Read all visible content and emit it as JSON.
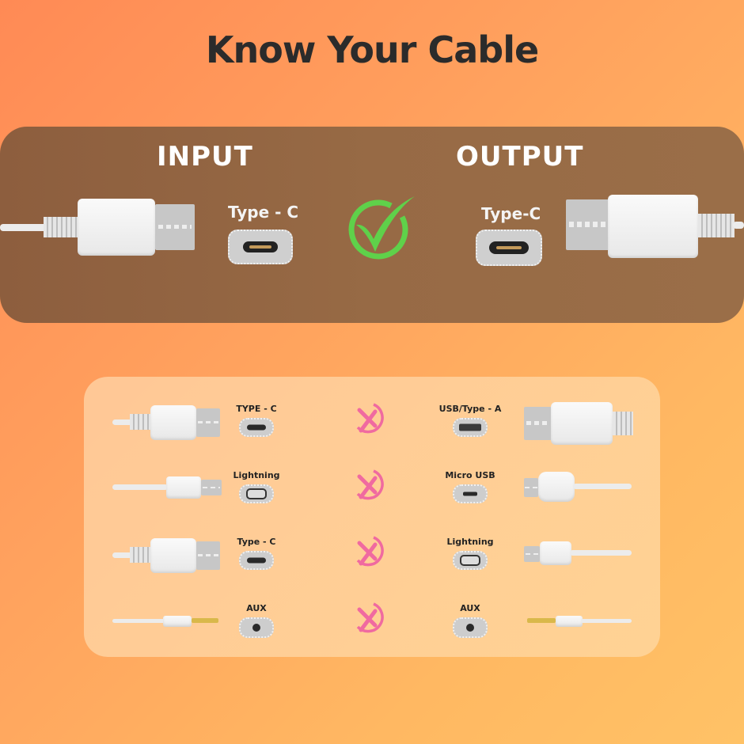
{
  "title": "Know Your Cable",
  "colors": {
    "background_start": "#ff8a55",
    "background_end": "#ffc266",
    "top_panel": "#976a45",
    "check_green": "#5fd14a",
    "x_pink": "#f06aa0",
    "title_text": "#2b2b2b"
  },
  "top_panel": {
    "input_header": "INPUT",
    "output_header": "OUTPUT",
    "input_port_label": "Type - C",
    "output_port_label": "Type-C",
    "status_icon": "check-circle-icon"
  },
  "compat_table": {
    "rows": [
      {
        "left_label": "TYPE - C",
        "left_port": "type-c",
        "right_label": "USB/Type - A",
        "right_port": "usb-a",
        "status_icon": "x-circle-icon"
      },
      {
        "left_label": "Lightning",
        "left_port": "lightning",
        "right_label": "Micro USB",
        "right_port": "micro-usb",
        "status_icon": "x-circle-icon"
      },
      {
        "left_label": "Type - C",
        "left_port": "type-c",
        "right_label": "Lightning",
        "right_port": "lightning",
        "status_icon": "x-circle-icon"
      },
      {
        "left_label": "AUX",
        "left_port": "aux",
        "right_label": "AUX",
        "right_port": "aux",
        "status_icon": "x-circle-icon"
      }
    ]
  }
}
